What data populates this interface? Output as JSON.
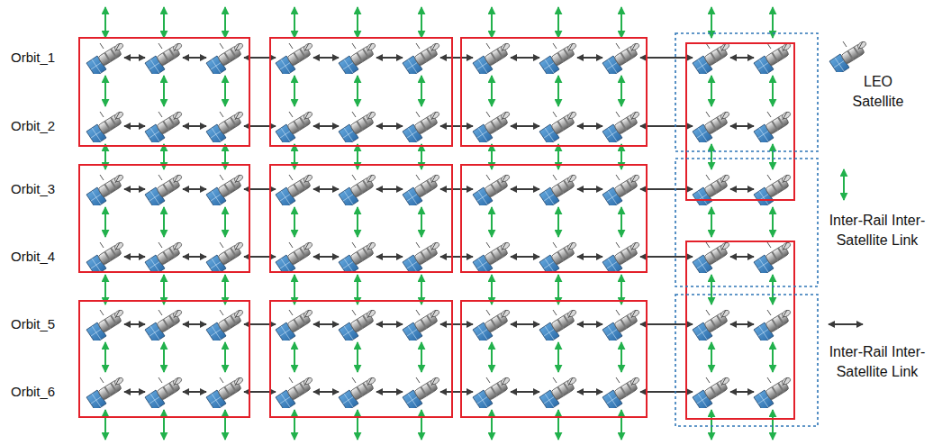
{
  "diagram": {
    "labels": [
      "Orbit_1",
      "Orbit_2",
      "Orbit_3",
      "Orbit_4",
      "Orbit_5",
      "Orbit_6"
    ],
    "legend": [
      {
        "text": "LEO Satellite"
      },
      {
        "text": "Inter-Rail Inter-Satellite Link"
      },
      {
        "text": "Inter-Rail Inter-Satellite Link"
      }
    ]
  }
}
